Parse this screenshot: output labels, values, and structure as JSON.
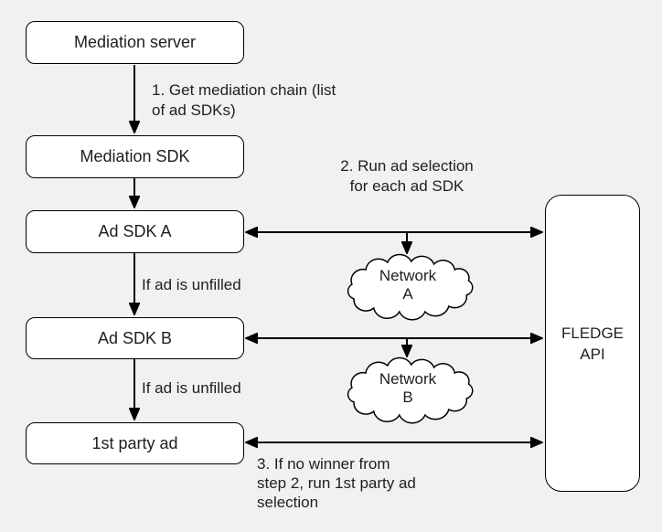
{
  "colors": {
    "background": "#f1f1f1",
    "node_fill": "#ffffff",
    "stroke": "#000000",
    "text": "#1f1f1f"
  },
  "nodes": {
    "mediation_server": "Mediation server",
    "mediation_sdk": "Mediation SDK",
    "ad_sdk_a": "Ad SDK A",
    "ad_sdk_b": "Ad SDK B",
    "first_party_ad": "1st party ad",
    "fledge_api": {
      "lines": [
        "FLEDGE",
        "API"
      ]
    },
    "network_a": {
      "lines": [
        "Network",
        "A"
      ]
    },
    "network_b": {
      "lines": [
        "Network",
        "B"
      ]
    }
  },
  "annotations": {
    "step1": {
      "lines": [
        "1. Get mediation chain (list",
        "of ad SDKs)"
      ]
    },
    "step2": {
      "lines": [
        "2. Run ad selection",
        "for each ad SDK"
      ]
    },
    "step3": {
      "lines": [
        "3. If no winner from",
        "step 2, run 1st party ad",
        "selection"
      ]
    },
    "if_unfilled_a": "If ad is unfilled",
    "if_unfilled_b": "If ad is unfilled"
  }
}
